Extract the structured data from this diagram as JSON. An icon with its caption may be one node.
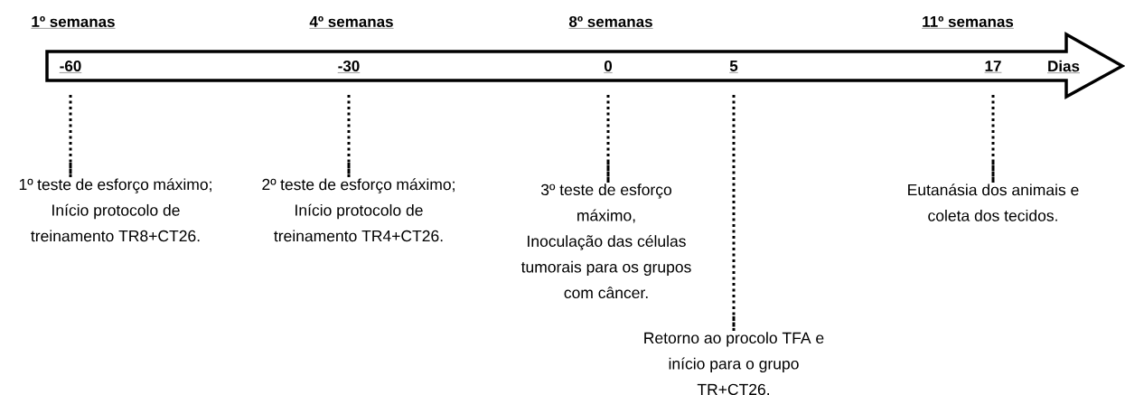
{
  "diagram": {
    "nodes": [
      {
        "text": [
          "Dias"
        ]
      },
      {
        "text": [
          "-60"
        ],
        "in": 0,
        "beside": [
          "1º semanas"
        ]
      },
      {
        "text": [
          "-30"
        ],
        "in": 0,
        "beside": [
          "4º semanas"
        ]
      },
      {
        "text": [
          "0"
        ],
        "in": 0,
        "beside": [
          "8º semanas"
        ]
      },
      {
        "text": [
          "5"
        ],
        "in": 0
      },
      {
        "text": [
          "17"
        ],
        "in": 0,
        "beside": [
          "11º semanas"
        ]
      },
      {
        "text": [
          "1º teste de esforço máximo;",
          "Início protocolo de treinamento TR8+CT26."
        ]
      },
      {
        "text": [
          "2º teste de esforço máximo;",
          "Início protocolo de treinamento TR4+CT26."
        ]
      },
      {
        "text": [
          "3º teste de esforço máximo,",
          "Inoculação das células tumorais para os grupos com câncer."
        ]
      },
      {
        "text": [
          "Retorno ao procolo TFA e início para o grupo TR+CT26."
        ]
      },
      {
        "text": [
          "Eutanásia dos animais e coleta dos tecidos."
        ]
      }
    ],
    "edges": [
      {
        "from": 1,
        "to": 6,
        "arrow": "none",
        "style": "dashed"
      },
      {
        "from": 2,
        "to": 7,
        "arrow": "none",
        "style": "dashed"
      },
      {
        "from": 3,
        "to": 8,
        "arrow": "none",
        "style": "dashed"
      },
      {
        "from": 4,
        "to": 9,
        "arrow": "none",
        "style": "dashed"
      },
      {
        "from": 5,
        "to": 10,
        "arrow": "none",
        "style": "dashed"
      }
    ]
  }
}
